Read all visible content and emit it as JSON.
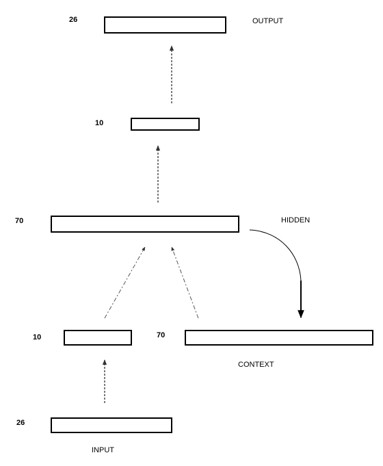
{
  "layers": {
    "output": {
      "size": "26",
      "name": "OUTPUT"
    },
    "hidden2": {
      "size": "10"
    },
    "hidden": {
      "size": "70",
      "name": "HIDDEN"
    },
    "input_embed": {
      "size": "10"
    },
    "context": {
      "size": "70",
      "name": "CONTEXT"
    },
    "input": {
      "size": "26",
      "name": "INPUT"
    }
  }
}
